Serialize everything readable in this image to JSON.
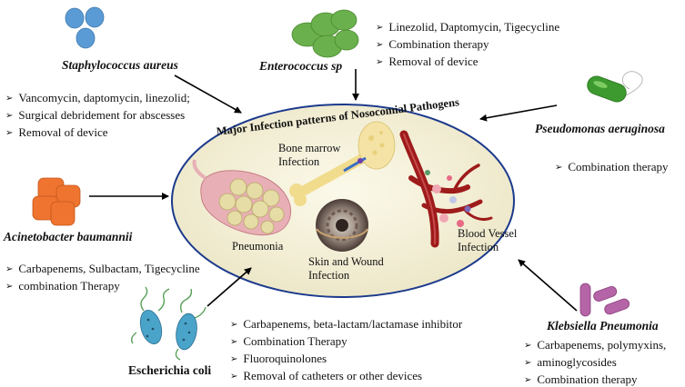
{
  "center": {
    "title": "Major Infection patterns of Nosocomial Pathogens",
    "sites": {
      "bone": [
        "Bone marrow",
        "Infection"
      ],
      "pneumonia": "Pneumonia",
      "skin": [
        "Skin and Wound",
        "Infection"
      ],
      "blood": [
        "Blood Vessel",
        "Infection"
      ]
    }
  },
  "pathogens": {
    "staph": {
      "name": "Staphylococcus aureus",
      "treatments": [
        "Vancomycin, daptomycin, linezolid;",
        "Surgical debridement for abscesses",
        "Removal of  device"
      ]
    },
    "entero": {
      "name": "Enterococcus sp",
      "treatments": [
        "Linezolid, Daptomycin, Tigecycline",
        "Combination therapy",
        "Removal of device"
      ]
    },
    "pseudo": {
      "name": "Pseudomonas aeruginosa",
      "treatments": [
        "Combination therapy"
      ]
    },
    "acineto": {
      "name": "Acinetobacter baumannii",
      "treatments": [
        "Carbapenems, Sulbactam, Tigecycline",
        "combination Therapy"
      ]
    },
    "ecoli": {
      "name": "Escherichia coli",
      "treatments": [
        "Carbapenems, beta-lactam/lactamase inhibitor",
        "Combination Therapy",
        "Fluoroquinolones",
        "Removal of catheters or other devices"
      ]
    },
    "kleb": {
      "name": "Klebsiella Pneumonia",
      "treatments": [
        "Carbapenems, polymyxins,",
        "aminoglycosides",
        "Combination therapy"
      ]
    }
  },
  "colors": {
    "ellipse_fill": "#f4f1dc",
    "ellipse_stroke": "#1b3a8c",
    "staph": "#5b9bd5",
    "entero": "#6ab04c",
    "pseudo": "#3c9a2e",
    "acineto": "#ee7430",
    "kleb": "#b565a7",
    "ecoli": "#4aa3c8",
    "vessel": "#9e1b1b"
  }
}
